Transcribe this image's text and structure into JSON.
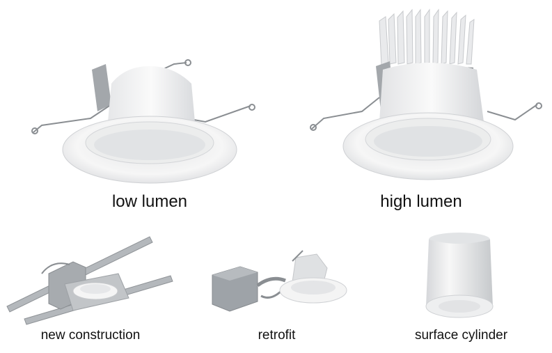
{
  "products": [
    {
      "id": "low-lumen",
      "label": "low lumen"
    },
    {
      "id": "high-lumen",
      "label": "high lumen"
    },
    {
      "id": "new-construction",
      "label": "new construction"
    },
    {
      "id": "retrofit",
      "label": "retrofit"
    },
    {
      "id": "surface-cylinder",
      "label": "surface cylinder"
    }
  ],
  "colors": {
    "trim_white": "#f4f4f4",
    "shadow_gray": "#c9cbce",
    "metal_gray": "#9ea3a8",
    "wire_gray": "#8a8e92",
    "label_text": "#111111"
  }
}
